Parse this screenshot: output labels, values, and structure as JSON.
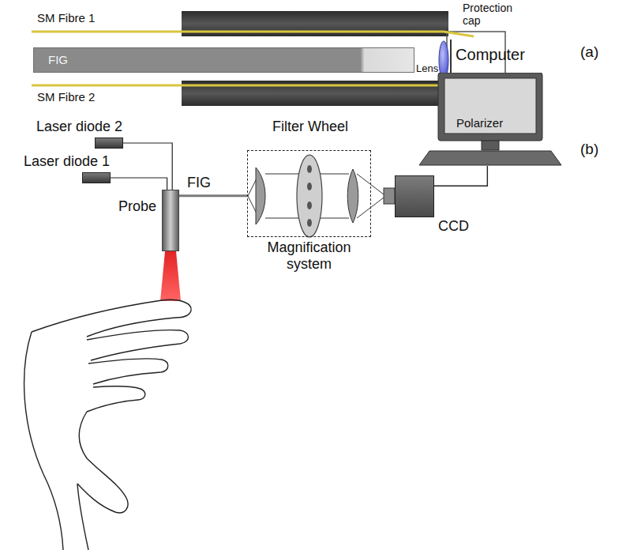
{
  "diagram": {
    "nodes": [
      {
        "text": [
          "FIG"
        ]
      },
      {
        "text": [
          "Computer"
        ]
      },
      {
        "text": [
          "Laser diode 2"
        ]
      },
      {
        "text": [
          "Laser diode 1"
        ]
      },
      {
        "text": [
          "Probe"
        ]
      },
      {
        "text": [
          "Magnification system"
        ]
      },
      {
        "text": [
          "CCD"
        ]
      }
    ],
    "edges": [
      {
        "from": 2,
        "to": 4,
        "arrow": "none"
      },
      {
        "from": 3,
        "to": 4,
        "arrow": "none"
      },
      {
        "from": 4,
        "to": 5,
        "label": "FIG",
        "arrow": "none"
      },
      {
        "from": 6,
        "to": 1,
        "arrow": "none"
      }
    ],
    "labels": [
      "SM Fibre 1",
      "Protection cap",
      "(a)",
      "Lens",
      "SM Fibre 2",
      "Polarizer",
      "Filter Wheel",
      "(b)"
    ]
  }
}
